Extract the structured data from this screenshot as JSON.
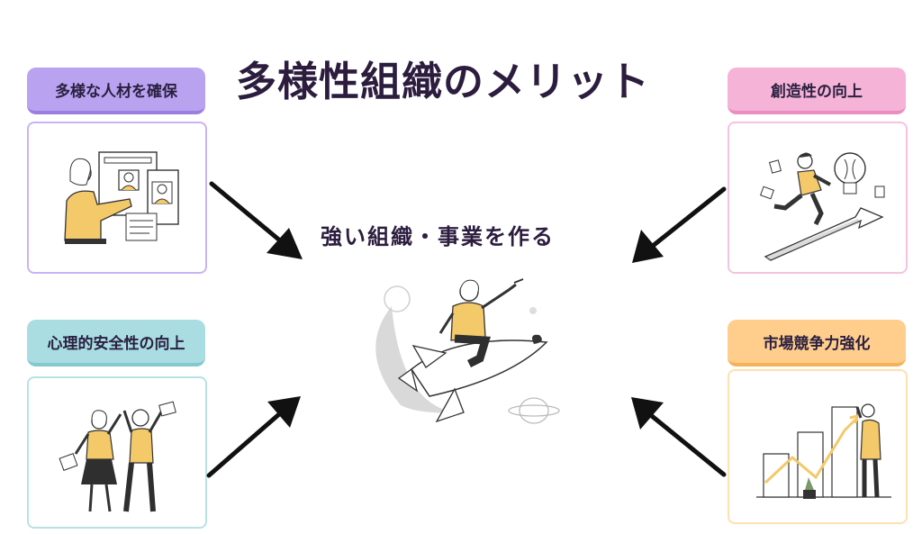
{
  "title": "多様性組織のメリット",
  "center": {
    "text": "強い組織・事業を作る"
  },
  "benefits": [
    {
      "label": "多様な人材を確保",
      "color": "#b9a3f0"
    },
    {
      "label": "創造性の向上",
      "color": "#f6b3d8"
    },
    {
      "label": "心理的安全性の向上",
      "color": "#a9dde2"
    },
    {
      "label": "市場競争力強化",
      "color": "#ffcd8c"
    }
  ],
  "accent_color": "#f3c969"
}
